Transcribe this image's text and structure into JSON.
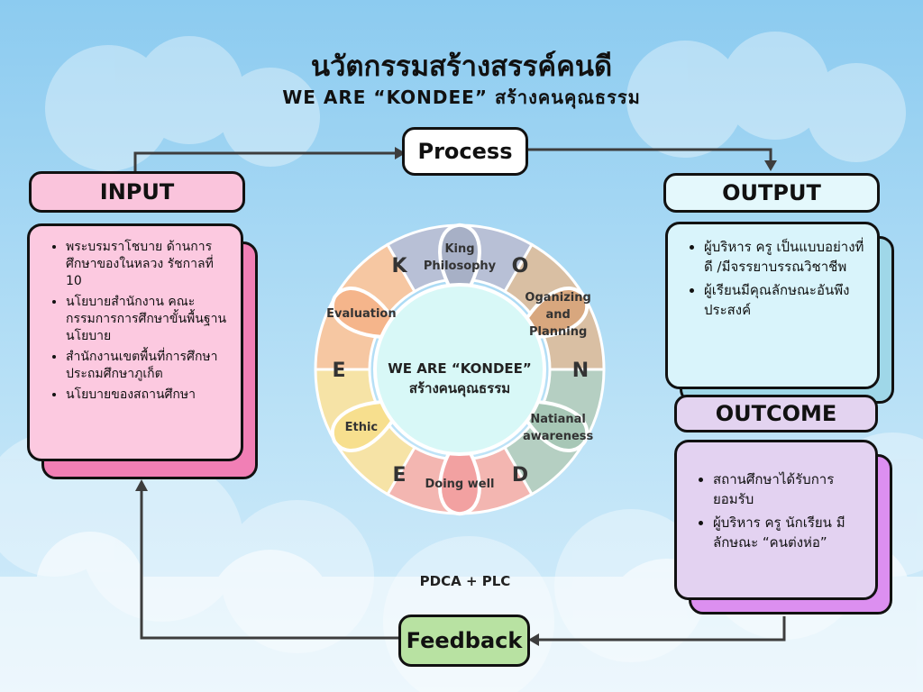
{
  "header": {
    "title": "นวัตกรรมสร้างสรรค์คนดี",
    "subtitle": "WE ARE “KONDEE” สร้างคนคุณธรรม"
  },
  "flow": {
    "process": "Process",
    "feedback": "Feedback",
    "input": "INPUT",
    "output": "OUTPUT",
    "outcome": "OUTCOME"
  },
  "input_items": [
    "พระบรมราโชบาย ด้านการศึกษาของในหลวง รัชกาลที่ 10",
    "นโยบายสำนักงาน คณะกรรมการการศึกษาขั้นพื้นฐานนโยบาย",
    "สำนักงานเขตพื้นที่การศึกษาประถมศึกษาภูเก็ต",
    "นโยบายของสถานศึกษา"
  ],
  "output_items": [
    "ผู้บริหาร ครู เป็นแบบอย่างที่ดี /มีจรรยาบรรณวิชาชีพ",
    "ผู้เรียนมีคุณลักษณะอันพึงประสงค์"
  ],
  "outcome_items": [
    "สถานศึกษาได้รับการยอมรับ",
    "ผู้บริหาร ครู นักเรียน มีลักษณะ “คนต่งห่อ”"
  ],
  "center": {
    "line1": "WE ARE “KONDEE”",
    "line2": "สร้างคนคุณธรรม",
    "footer": "PDCA  + PLC"
  },
  "petals": [
    {
      "label": "King\nPhilosophy",
      "color": "#a7b0c6"
    },
    {
      "label": "Oganizing\nand\nPlanning",
      "color": "#d8a77e"
    },
    {
      "label": "Natianal\nawareness",
      "color": "#a7c7b6"
    },
    {
      "label": "Doing well",
      "color": "#f2a1a1"
    },
    {
      "label": "Ethic",
      "color": "#f7df8e"
    },
    {
      "label": "Evaluation",
      "color": "#f5b58b"
    }
  ],
  "letters": [
    "O",
    "N",
    "D",
    "E",
    "E",
    "K"
  ],
  "ring_colors": [
    "#d9bfa3",
    "#b5cfc2",
    "#f3b6b1",
    "#f6e3a6",
    "#f6c7a2",
    "#b8c0d6"
  ],
  "colors": {
    "input_head": "#fac4dc",
    "input_body": "#fcc9e0",
    "input_shadow": "#f17fb5",
    "output_head": "#e4f8fc",
    "output_body": "#d9f4fb",
    "output_shadow": "#9fd7e8",
    "outcome_head": "#e3d3f0",
    "outcome_body": "#e3d2f1",
    "outcome_shadow": "#dc8ff0",
    "feedback_fill": "#b8e2a2",
    "center_fill": "#d8f8f7",
    "sky": "#8ccbf0"
  }
}
